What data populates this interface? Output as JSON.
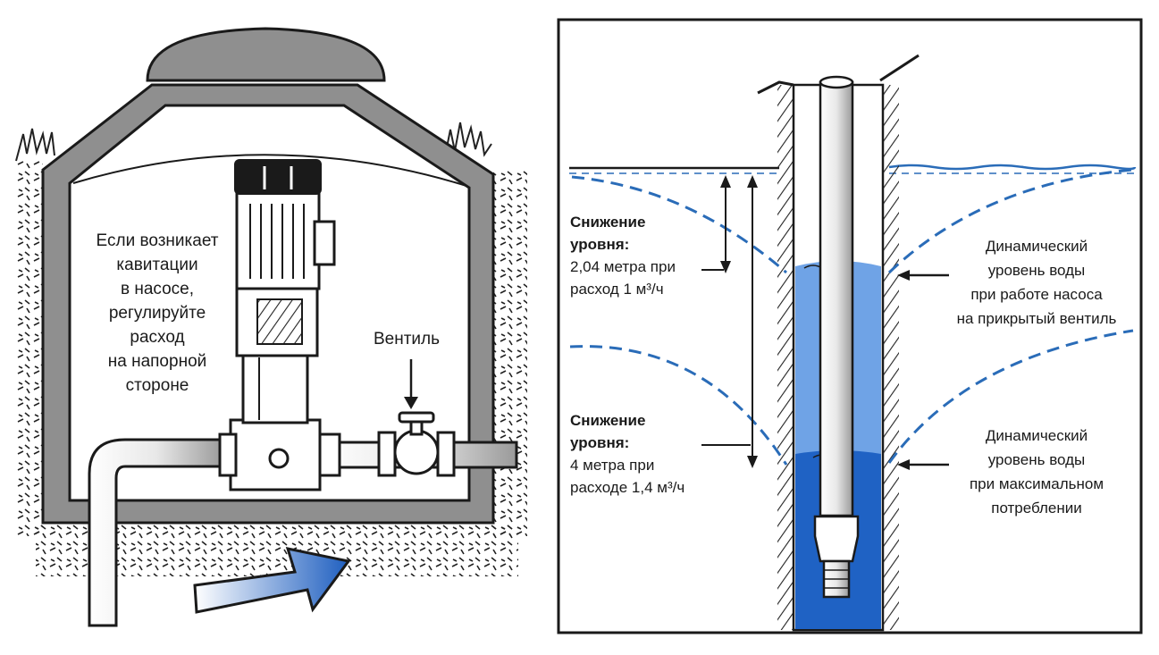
{
  "left_panel": {
    "cavitation_note": [
      "Если возникает",
      "кавитации",
      "в насосе,",
      "регулируйте",
      "расход",
      "на напорной",
      "стороне"
    ],
    "valve_label": "Вентиль"
  },
  "right_panel": {
    "drawdown_1": {
      "title": [
        "Снижение",
        "уровня:"
      ],
      "lines": [
        "2,04 метра при",
        "расход 1 м³/ч"
      ]
    },
    "drawdown_2": {
      "title": [
        "Снижение",
        "уровня:"
      ],
      "lines": [
        "4 метра при",
        "расходе 1,4 м³/ч"
      ]
    },
    "dynamic_level_1": [
      "Динамический",
      "уровень воды",
      "при работе насоса",
      "на прикрытый вентиль"
    ],
    "dynamic_level_2": [
      "Динамический",
      "уровень воды",
      "при максимальном",
      "потреблении"
    ]
  },
  "colors": {
    "water": "#1f62c4",
    "water_light": "#6fa3e6",
    "dashed": "#2a6cb8",
    "chamber": "#8f8f8f",
    "ink": "#1a1a1a"
  }
}
